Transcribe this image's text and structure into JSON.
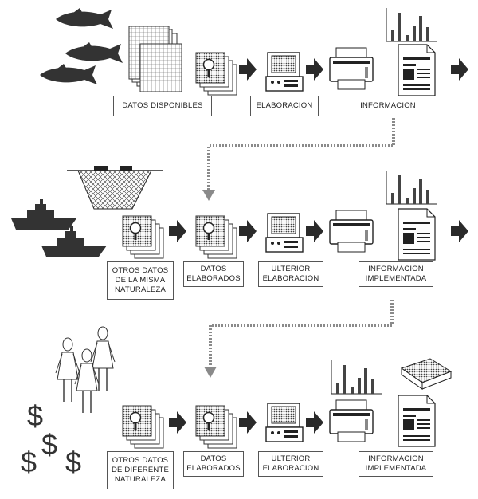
{
  "row1": {
    "datos": "DATOS DISPONIBLES",
    "elab": "ELABORACION",
    "info": "INFORMACION"
  },
  "row2": {
    "otros": "OTROS DATOS\nDE LA MISMA\nNATURALEZA",
    "datos": "DATOS\nELABORADOS",
    "ult": "ULTERIOR\nELABORACION",
    "info": "INFORMACION\nIMPLEMENTADA"
  },
  "row3": {
    "otros": "OTROS DATOS\nDE DIFERENTE\nNATURALEZA",
    "datos": "DATOS\nELABORADOS",
    "ult": "ULTERIOR\nELABORACION",
    "info": "INFORMACION\nIMPLEMENTADA"
  },
  "icons": {
    "dollar_glyph": "$"
  },
  "colors": {
    "ink": "#2a2a2a",
    "shade": "#555555",
    "screen": "#9a9a9a",
    "dotted": "#8a8a8a"
  }
}
